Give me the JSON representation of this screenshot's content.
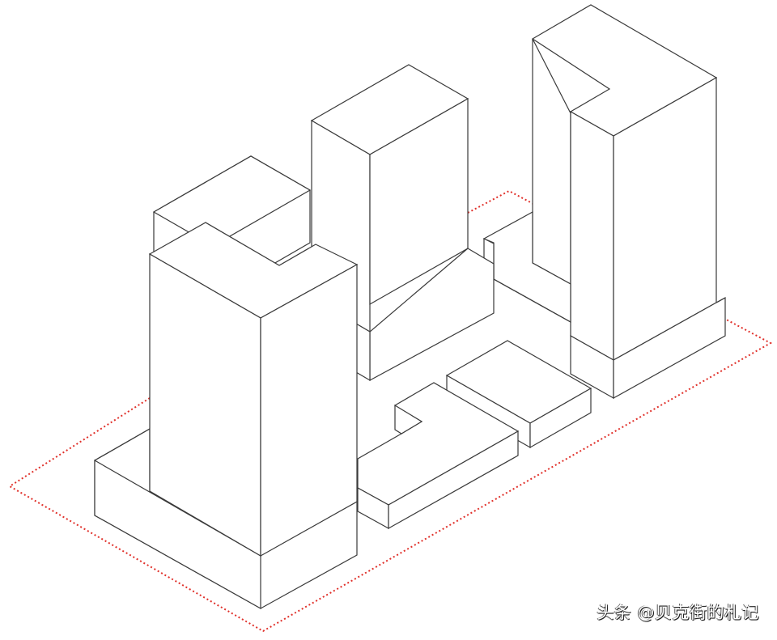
{
  "diagram": {
    "type": "axonometric-massing-drawing",
    "line_color": "#3a3a3a",
    "site_boundary_color": "#e0302a",
    "background": "#ffffff",
    "elements": [
      {
        "name": "site-boundary",
        "style": "red-dotted"
      },
      {
        "name": "tower-front-left",
        "shape": "L-shaped tower on podium"
      },
      {
        "name": "tower-back-left-low",
        "shape": "rectangular block"
      },
      {
        "name": "tower-center",
        "shape": "rectangular tower on podium"
      },
      {
        "name": "tower-right",
        "shape": "L-shaped tower on podium"
      },
      {
        "name": "low-block-l-shaped",
        "shape": "L-shaped low block"
      },
      {
        "name": "low-block-rect",
        "shape": "rectangular low block"
      }
    ]
  },
  "watermark": {
    "text": "头条 @贝克街的札记"
  }
}
